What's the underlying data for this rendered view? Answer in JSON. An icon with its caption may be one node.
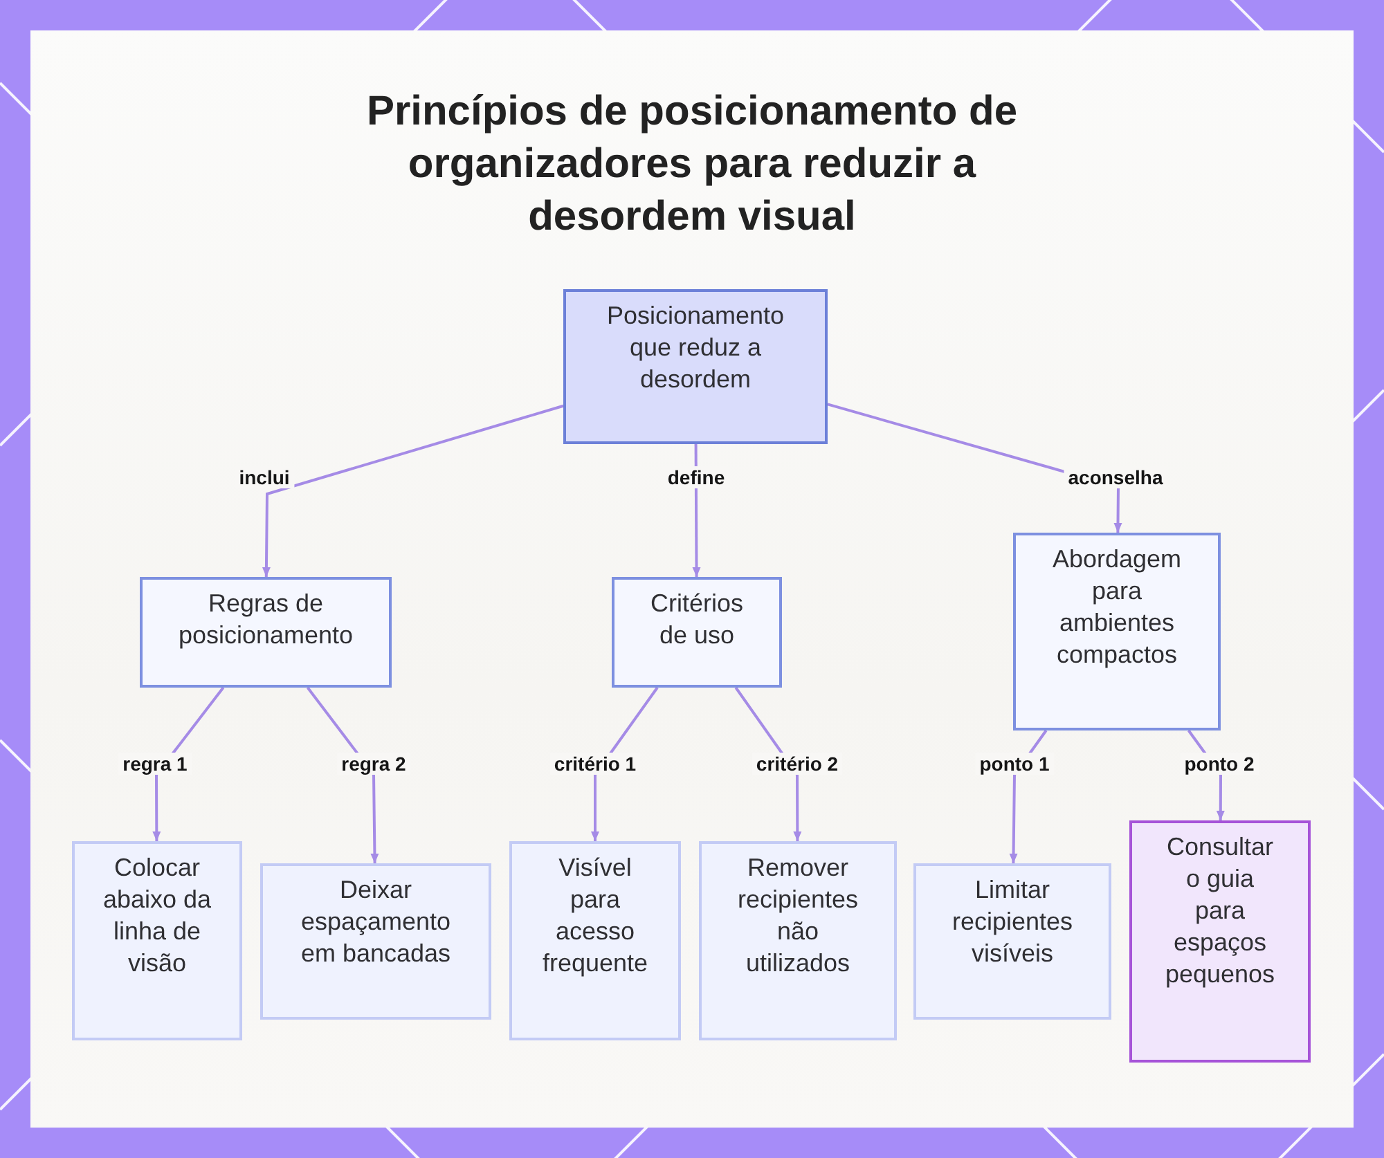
{
  "diagram": {
    "title": "Princípios de posicionamento de organizadores para reduzir a desordem visual",
    "nodes": [
      {
        "text": [
          "Posicionamento que reduz a desordem"
        ]
      },
      {
        "text": [
          "Regras de posicionamento"
        ]
      },
      {
        "text": [
          "Critérios de uso"
        ]
      },
      {
        "text": [
          "Abordagem para ambientes compactos"
        ]
      },
      {
        "text": [
          "Colocar abaixo da linha de visão"
        ]
      },
      {
        "text": [
          "Deixar espaçamento em bancadas"
        ]
      },
      {
        "text": [
          "Visível para acesso frequente"
        ]
      },
      {
        "text": [
          "Remover recipientes não utilizados"
        ]
      },
      {
        "text": [
          "Limitar recipientes visíveis"
        ]
      },
      {
        "text": [
          "Consultar o guia para espaços pequenos"
        ]
      }
    ],
    "edges": [
      {
        "from": 0,
        "to": 1,
        "arrow": "to",
        "label": "inclui"
      },
      {
        "from": 0,
        "to": 2,
        "arrow": "to",
        "label": "define"
      },
      {
        "from": 0,
        "to": 3,
        "arrow": "to",
        "label": "aconselha"
      },
      {
        "from": 1,
        "to": 4,
        "arrow": "to",
        "label": "regra 1"
      },
      {
        "from": 1,
        "to": 5,
        "arrow": "to",
        "label": "regra 2"
      },
      {
        "from": 2,
        "to": 6,
        "arrow": "to",
        "label": "critério 1"
      },
      {
        "from": 2,
        "to": 7,
        "arrow": "to",
        "label": "critério 2"
      },
      {
        "from": 3,
        "to": 8,
        "arrow": "to",
        "label": "ponto 1"
      },
      {
        "from": 3,
        "to": 9,
        "arrow": "to",
        "label": "ponto 2"
      }
    ]
  }
}
